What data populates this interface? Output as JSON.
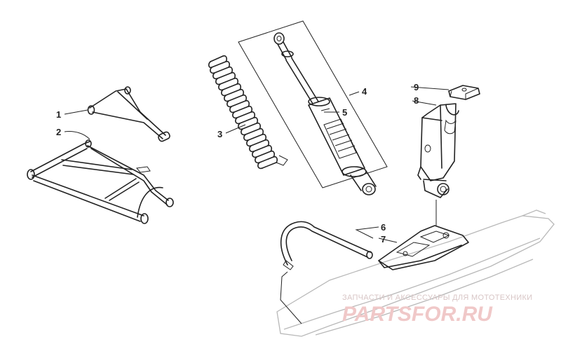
{
  "callouts": [
    {
      "id": "1",
      "label": "1"
    },
    {
      "id": "2",
      "label": "2"
    },
    {
      "id": "3",
      "label": "3"
    },
    {
      "id": "4",
      "label": "4"
    },
    {
      "id": "5",
      "label": "5"
    },
    {
      "id": "6",
      "label": "6"
    },
    {
      "id": "7",
      "label": "7"
    },
    {
      "id": "8",
      "label": "8"
    },
    {
      "id": "9",
      "label": "9"
    }
  ],
  "watermark": {
    "top_text": "ЗАПЧАСТИ И АКСЕССУАРЫ ДЛЯ МОТОТЕХНИКИ",
    "logo_text": "PARTSFOR.RU"
  },
  "colors": {
    "line": "#222222",
    "watermark": "#e9b9b9"
  }
}
